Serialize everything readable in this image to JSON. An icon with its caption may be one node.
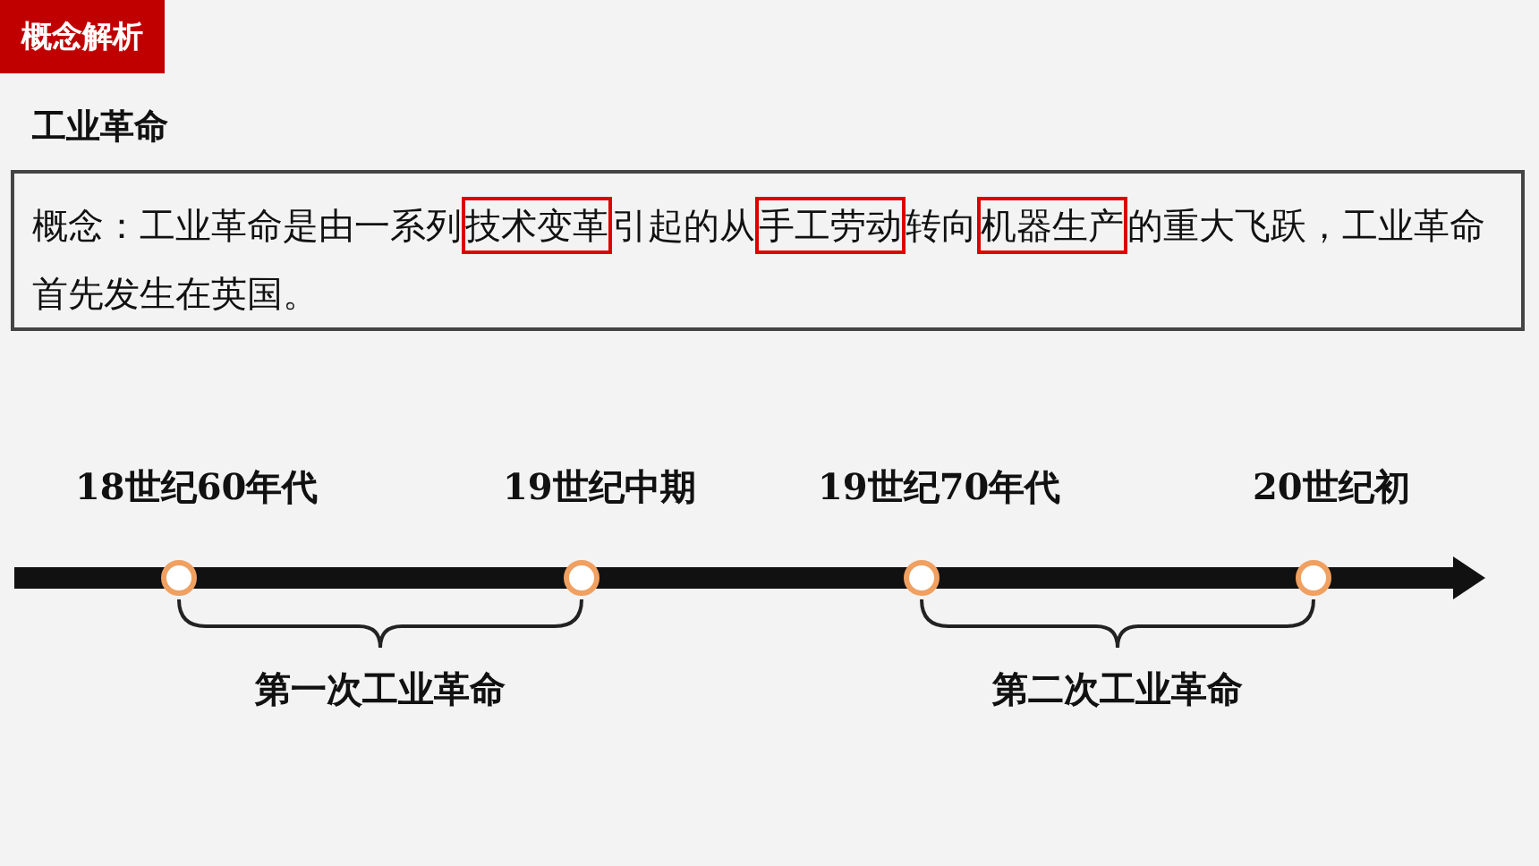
{
  "diagram": {
    "title": "概念解析",
    "nodes": [
      {
        "text": [
          "工业革命",
          "概念：工业革命是由一系列**技术变革**引起的从**手工劳动**转向**机器生产**的重大飞跃，工业革命首先发生在英国。"
        ]
      },
      {
        "text": [],
        "shape": "circle",
        "beside": [
          "18世纪60年代"
        ]
      },
      {
        "text": [],
        "shape": "circle",
        "beside": [
          "19世纪中期"
        ]
      },
      {
        "text": [],
        "shape": "circle",
        "beside": [
          "19世纪70年代"
        ]
      },
      {
        "text": [],
        "shape": "circle",
        "beside": [
          "20世纪初"
        ]
      }
    ],
    "labels": [
      "第一次工业革命",
      "第二次工业革命"
    ]
  }
}
